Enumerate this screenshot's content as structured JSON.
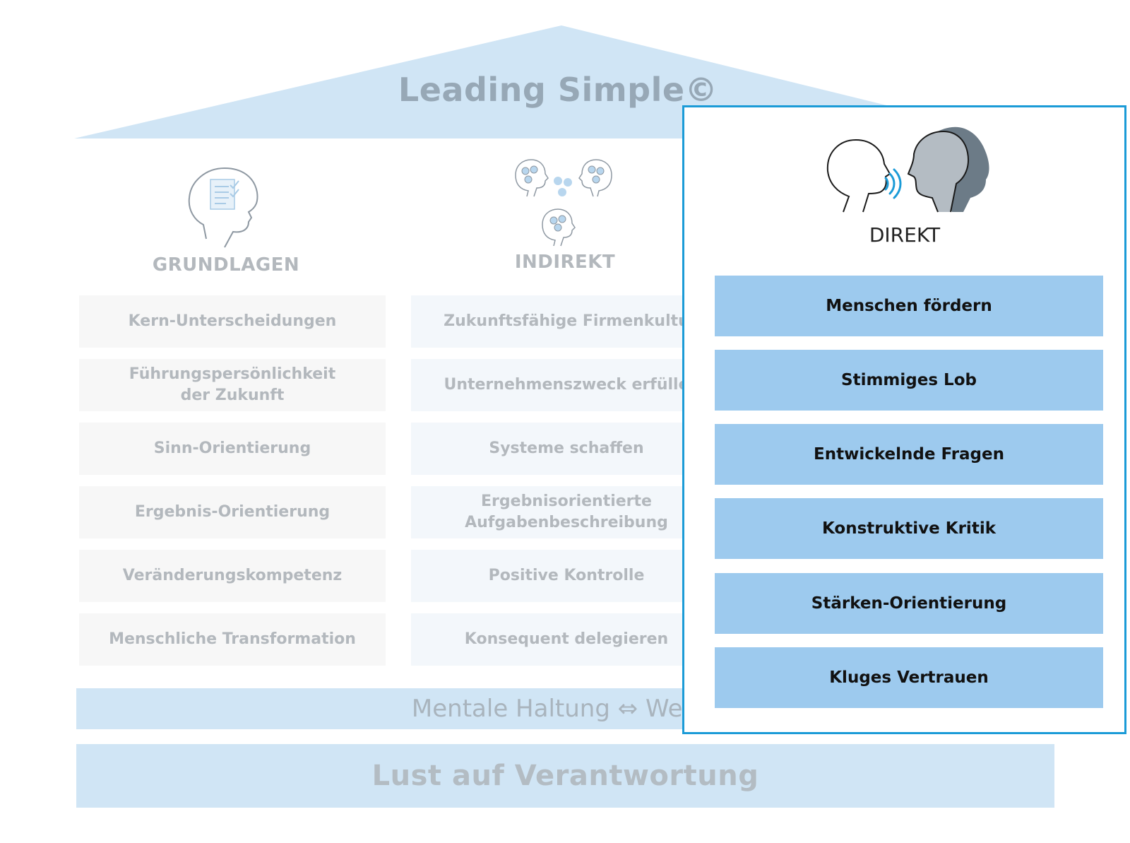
{
  "roof": {
    "title": "Leading Simple©"
  },
  "columns": {
    "grundlagen": {
      "title": "GRUNDLAGEN",
      "items": [
        "Kern-Unterscheidungen",
        "Führungspersönlichkeit\nder Zukunft",
        "Sinn-Orientierung",
        "Ergebnis-Orientierung",
        "Veränderungskompetenz",
        "Menschliche Transformation"
      ]
    },
    "indirekt": {
      "title": "INDIREKT",
      "items": [
        "Zukunftsfähige Firmenkultu",
        "Unternehmenszweck erfülle",
        "Systeme schaffen",
        "Ergebnisorientierte\nAufgabenbeschreibung",
        "Positive Kontrolle",
        "Konsequent delegieren"
      ]
    },
    "direkt": {
      "title": "DIREKT",
      "items": [
        "Menschen fördern",
        "Stimmiges Lob",
        "Entwickelnde Fragen",
        "Konstruktive Kritik",
        "Stärken-Orientierung",
        "Kluges Vertrauen"
      ]
    }
  },
  "foundation": {
    "mid_band": "Mentale Haltung ⇔ Werkz",
    "bottom_band": "Lust auf Verantwortung"
  },
  "colors": {
    "roof": "#d0e5f5",
    "panel_border": "#1b9bd7",
    "direkt_box": "#9dcaee",
    "faded_text": "#b3b8bd",
    "icon_blue": "#1b9bd7"
  },
  "icons": {
    "grundlagen": "head-checklist-icon",
    "indirekt": "heads-gears-icon",
    "direkt": "heads-talking-icon"
  }
}
